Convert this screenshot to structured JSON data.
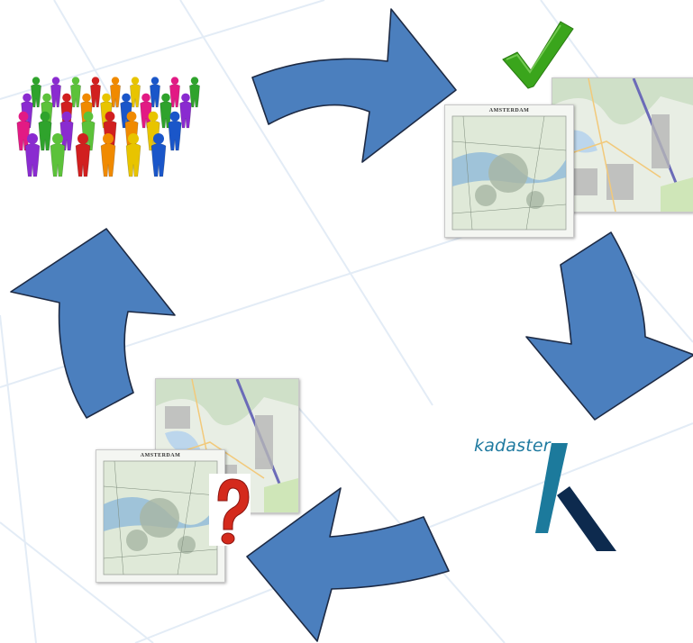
{
  "diagram": {
    "nodes": [
      {
        "id": "crowd",
        "icon": "crowd-of-people-icon"
      },
      {
        "id": "approved-maps",
        "icon": "checkmark-icon",
        "map_title": "AMSTERDAM"
      },
      {
        "id": "kadaster",
        "label": "kadaster",
        "icon": "kadaster-logo-icon"
      },
      {
        "id": "questioned-maps",
        "icon": "question-mark-icon",
        "map_title": "AMSTERDAM"
      }
    ],
    "flow": [
      "crowd",
      "approved-maps",
      "kadaster",
      "questioned-maps",
      "crowd"
    ],
    "colors": {
      "arrow_fill": "#4b7fbe",
      "arrow_stroke": "#1d2a44",
      "check_green": "#3aa51c",
      "question_red": "#d42a1c",
      "kadaster_teal": "#1c7a9c",
      "kadaster_navy": "#0d2a4e",
      "background_lines": "#e3ecf6"
    }
  }
}
